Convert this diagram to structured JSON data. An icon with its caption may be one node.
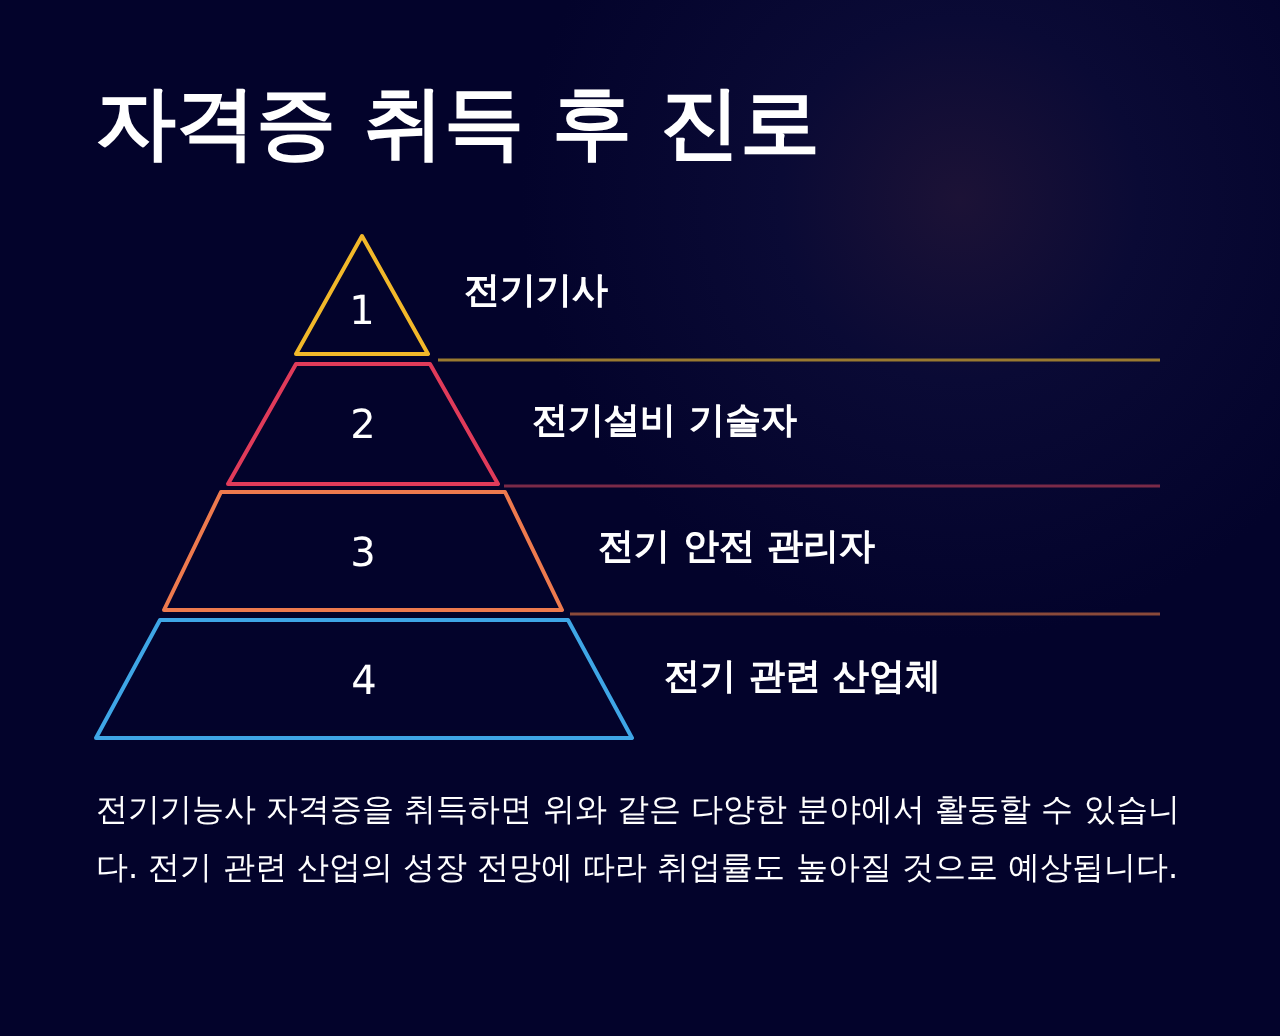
{
  "diagram": {
    "title": "자격증 취득 후 진로",
    "nodes": [
      {
        "text": [
          "1"
        ],
        "beside": [
          "전기기사"
        ]
      },
      {
        "text": [
          "2"
        ],
        "beside": [
          "전기설비 기술자"
        ]
      },
      {
        "text": [
          "3"
        ],
        "beside": [
          "전기 안전 관리자"
        ]
      },
      {
        "text": [
          "4"
        ],
        "beside": [
          "전기 관련 산업체"
        ]
      }
    ],
    "caption": "전기기능사 자격증을 취득하면 위와 같은 다양한 분야에서 활동할 수 있습니다. 전기 관련 산업의 성장 전망에 따라 취업률도 높아질 것으로 예상됩니다."
  }
}
